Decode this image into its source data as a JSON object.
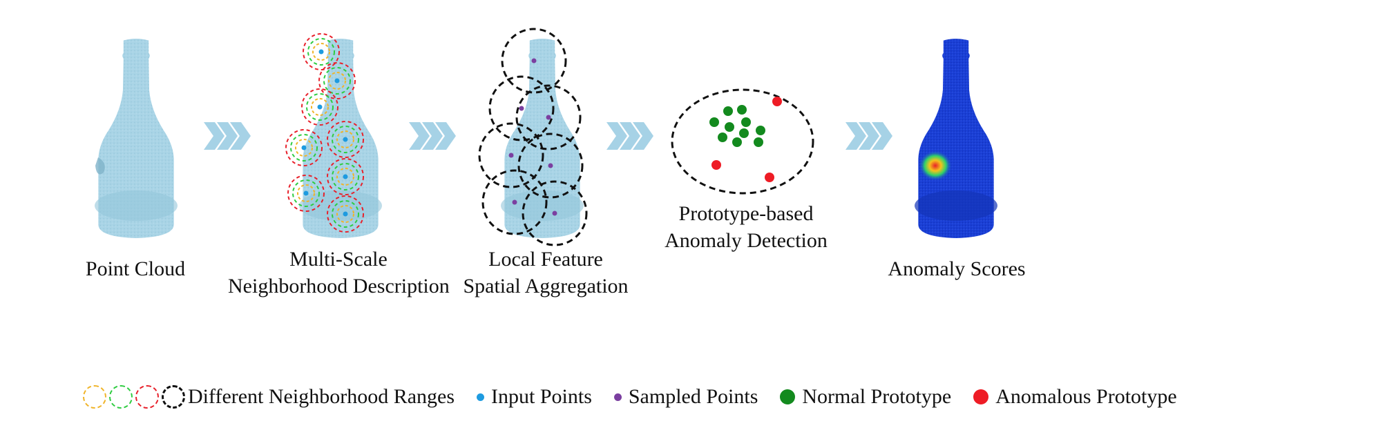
{
  "stages": {
    "point_cloud": "Point Cloud",
    "multi_scale_line1": "Multi-Scale",
    "multi_scale_line2": "Neighborhood Description",
    "local_feature_line1": "Local Feature",
    "local_feature_line2": "Spatial Aggregation",
    "prototype_line1": "Prototype-based",
    "prototype_line2": "Anomaly Detection",
    "anomaly_scores": "Anomaly Scores"
  },
  "legend": {
    "neighborhood_ranges": "Different Neighborhood Ranges",
    "input_points": "Input Points",
    "sampled_points": "Sampled Points",
    "normal_prototype": "Normal Prototype",
    "anomalous_prototype": "Anomalous Prototype"
  },
  "colors": {
    "bottle": "#a9d4e6",
    "arrow": "#a6d2e6",
    "ring_yellow": "#f0b429",
    "ring_green": "#2ecc40",
    "ring_red": "#e8202a",
    "ring_black": "#111111",
    "input_point": "#1e9be0",
    "sampled_point": "#7b3fa0",
    "normal_prototype": "#138a1e",
    "anomalous_prototype": "#ee1c25",
    "heatmap_base": "#1a3fd6"
  }
}
